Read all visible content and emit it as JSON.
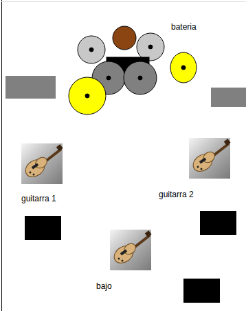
{
  "diagram": {
    "labels": [
      "bateria",
      "guitarra 1",
      "guitarra 2",
      "bajo"
    ]
  }
}
